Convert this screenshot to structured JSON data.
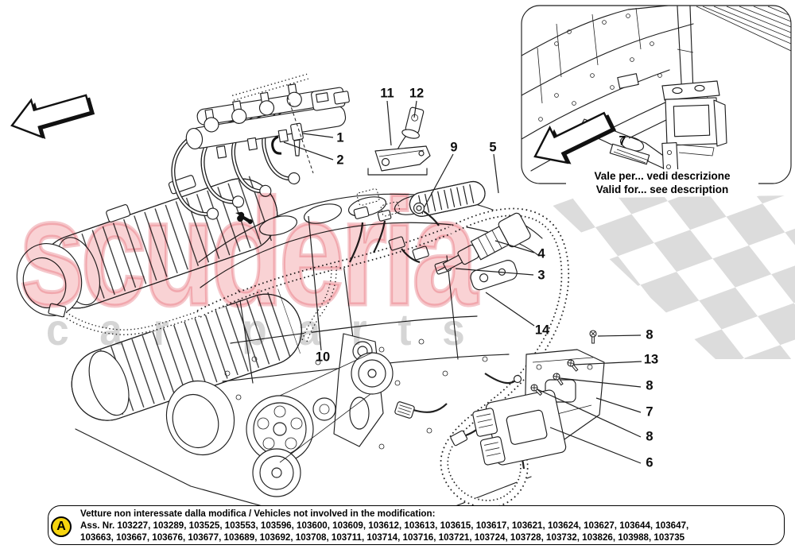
{
  "callouts": [
    {
      "label": "1"
    },
    {
      "label": "2"
    },
    {
      "label": "11"
    },
    {
      "label": "12"
    },
    {
      "label": "9"
    },
    {
      "label": "5"
    },
    {
      "label": "7"
    },
    {
      "label": "4"
    },
    {
      "label": "3"
    },
    {
      "label": "14"
    },
    {
      "label": "8"
    },
    {
      "label": "13"
    },
    {
      "label": "8"
    },
    {
      "label": "7"
    },
    {
      "label": "8"
    },
    {
      "label": "6"
    },
    {
      "label": "10"
    }
  ],
  "inset": {
    "note_line1": "Vale per... vedi descrizione",
    "note_line2": "Valid for... see description"
  },
  "watermark": {
    "title": "scuderia",
    "subtitle": "car parts",
    "pink": "#f3a0a6",
    "gray": "#7d7d7d"
  },
  "flag": {
    "color": "#dadada"
  },
  "footnote": {
    "badge": "A",
    "line1": "Vetture non interessate dalla modifica / Vehicles not involved in the modification:",
    "line2": "Ass. Nr. 103227, 103289, 103525, 103553, 103596, 103600, 103609, 103612, 103613, 103615, 103617, 103621, 103624, 103627, 103644, 103647,",
    "line3": "103663, 103667, 103676, 103677, 103689, 103692, 103708, 103711, 103714, 103716, 103721, 103724, 103728, 103732, 103826, 103988, 103735"
  }
}
